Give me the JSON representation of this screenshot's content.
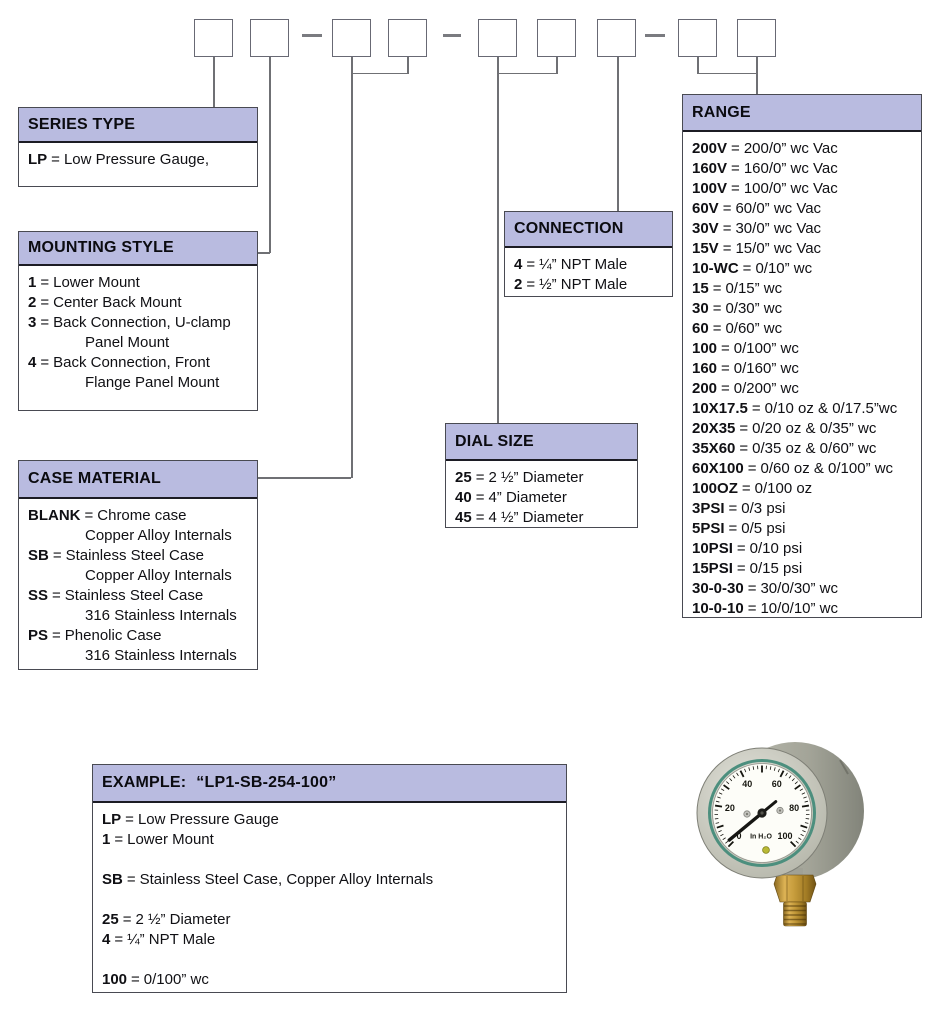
{
  "sep": "=",
  "palette": {
    "header_fill": "#b9bbe0",
    "panel_border": "#494a52",
    "connector_line": "#6f7074",
    "brass": "#c49a3a",
    "case_gray": "#a3a498",
    "teal_ring": "#4c8f7e"
  },
  "sections": {
    "series_type": {
      "title": "SERIES TYPE",
      "items": [
        {
          "key": "LP",
          "desc": "Low Pressure Gauge,"
        }
      ]
    },
    "mounting_style": {
      "title": "MOUNTING STYLE",
      "items": [
        {
          "key": "1",
          "desc": "Lower Mount"
        },
        {
          "key": "2",
          "desc": "Center Back Mount"
        },
        {
          "key": "3",
          "desc": "Back Connection, U-clamp",
          "desc2": "Panel Mount"
        },
        {
          "key": "4",
          "desc": "Back Connection, Front",
          "desc2": "Flange Panel Mount"
        }
      ]
    },
    "case_material": {
      "title": "CASE MATERIAL",
      "items": [
        {
          "key": "BLANK",
          "desc": "Chrome case",
          "desc2": "Copper Alloy Internals"
        },
        {
          "key": "SB",
          "desc": "Stainless Steel Case",
          "desc2": "Copper Alloy Internals"
        },
        {
          "key": "SS",
          "desc": "Stainless Steel Case",
          "desc2": "316 Stainless Internals"
        },
        {
          "key": "PS",
          "desc": "Phenolic Case",
          "desc2": "316 Stainless Internals"
        }
      ]
    },
    "dial_size": {
      "title": "DIAL SIZE",
      "items": [
        {
          "key": "25",
          "desc": "2 ½” Diameter"
        },
        {
          "key": "40",
          "desc": "4” Diameter"
        },
        {
          "key": "45",
          "desc": "4 ½” Diameter"
        }
      ]
    },
    "connection": {
      "title": "CONNECTION",
      "items": [
        {
          "key": "4",
          "desc": "¼” NPT Male"
        },
        {
          "key": "2",
          "desc": "½” NPT Male"
        }
      ]
    },
    "range": {
      "title": "RANGE",
      "items": [
        {
          "key": "200V",
          "desc": "200/0” wc Vac"
        },
        {
          "key": "160V",
          "desc": "160/0” wc Vac"
        },
        {
          "key": "100V",
          "desc": "100/0” wc Vac"
        },
        {
          "key": "60V",
          "desc": "60/0” wc Vac"
        },
        {
          "key": "30V",
          "desc": "30/0” wc Vac"
        },
        {
          "key": "15V",
          "desc": "15/0” wc Vac"
        },
        {
          "key": "10-WC",
          "desc": "0/10” wc"
        },
        {
          "key": "15",
          "desc": "0/15” wc"
        },
        {
          "key": "30",
          "desc": "0/30” wc"
        },
        {
          "key": "60",
          "desc": "0/60” wc"
        },
        {
          "key": "100",
          "desc": "0/100” wc"
        },
        {
          "key": "160",
          "desc": "0/160” wc"
        },
        {
          "key": "200",
          "desc": "0/200” wc"
        },
        {
          "key": "10X17.5",
          "desc": "0/10 oz & 0/17.5”wc"
        },
        {
          "key": "20X35",
          "desc": "0/20 oz & 0/35” wc"
        },
        {
          "key": "35X60",
          "desc": "0/35 oz & 0/60” wc"
        },
        {
          "key": "60X100",
          "desc": "0/60 oz & 0/100” wc"
        },
        {
          "key": "100OZ",
          "desc": "0/100 oz"
        },
        {
          "key": "3PSI",
          "desc": "0/3 psi"
        },
        {
          "key": "5PSI",
          "desc": "0/5 psi"
        },
        {
          "key": "10PSI",
          "desc": "0/10 psi"
        },
        {
          "key": "15PSI",
          "desc": "0/15 psi"
        },
        {
          "key": "30-0-30",
          "desc": "30/0/30” wc"
        },
        {
          "key": "10-0-10",
          "desc": "10/0/10” wc"
        }
      ]
    },
    "example": {
      "title_label": "EXAMPLE:",
      "code": "“LP1-SB-254-100”",
      "lines": [
        {
          "key": "LP",
          "desc": "Low Pressure Gauge"
        },
        {
          "key": "1",
          "desc": "Lower Mount"
        },
        {
          "key": "SB",
          "desc": "Stainless Steel Case, Copper Alloy Internals"
        },
        {
          "key": "25",
          "desc": "2 ½” Diameter"
        },
        {
          "key": "4",
          "desc": "¼” NPT Male"
        },
        {
          "key": "100",
          "desc": "0/100” wc"
        }
      ]
    }
  },
  "gauge": {
    "unit_label": "In H₂O",
    "min": 0,
    "max": 100,
    "start_angle": -135,
    "sweep": 270,
    "needle_value": 2,
    "dial_numbers": [
      {
        "value": 0,
        "label": "0"
      },
      {
        "value": 20,
        "label": "20"
      },
      {
        "value": 40,
        "label": "40"
      },
      {
        "value": 60,
        "label": "60"
      },
      {
        "value": 80,
        "label": "80"
      },
      {
        "value": 100,
        "label": "100"
      }
    ]
  }
}
